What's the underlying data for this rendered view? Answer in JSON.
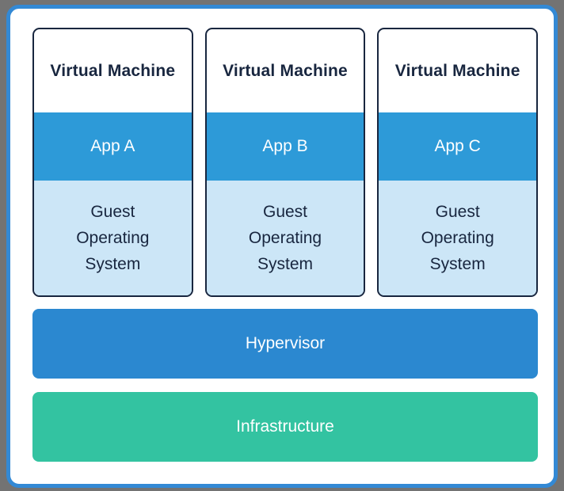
{
  "diagram": {
    "vms": [
      {
        "title": "Virtual Machine",
        "app": "App A",
        "os": "Guest Operating System"
      },
      {
        "title": "Virtual Machine",
        "app": "App B",
        "os": "Guest Operating System"
      },
      {
        "title": "Virtual Machine",
        "app": "App C",
        "os": "Guest Operating System"
      }
    ],
    "layers": [
      {
        "label": "Hypervisor"
      },
      {
        "label": "Infrastructure"
      }
    ]
  },
  "colors": {
    "page_bg": "#737373",
    "panel_border": "#3389D5",
    "navy": "#18263F",
    "app_blue": "#2D9AD8",
    "light_blue": "#CCE6F7",
    "hypervisor_blue": "#2B88D0",
    "teal": "#33C3A1",
    "white_text": "#FFFFFF"
  }
}
